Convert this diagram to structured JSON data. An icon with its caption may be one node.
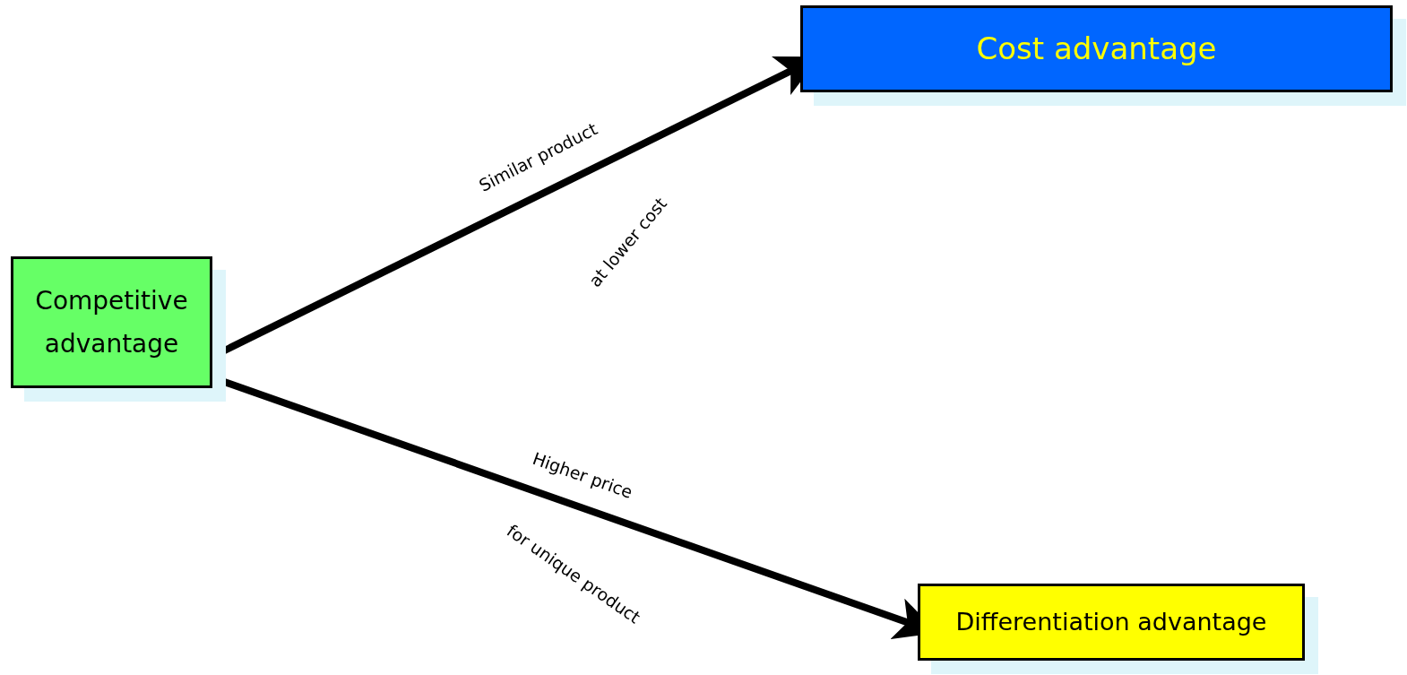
{
  "diagram": {
    "nodes": [
      {
        "text": [
          "Competitive advantage"
        ]
      },
      {
        "text": [
          "Cost advantage"
        ]
      },
      {
        "text": [
          "Differentiation advantage"
        ]
      }
    ],
    "edges": [
      {
        "from": 0,
        "to": 1,
        "arrow": "to",
        "label": "Similar product"
      },
      {
        "from": 0,
        "to": 2,
        "arrow": "to",
        "label": "Higher price"
      }
    ],
    "labels": [
      "at lower cost",
      "for unique product"
    ]
  }
}
